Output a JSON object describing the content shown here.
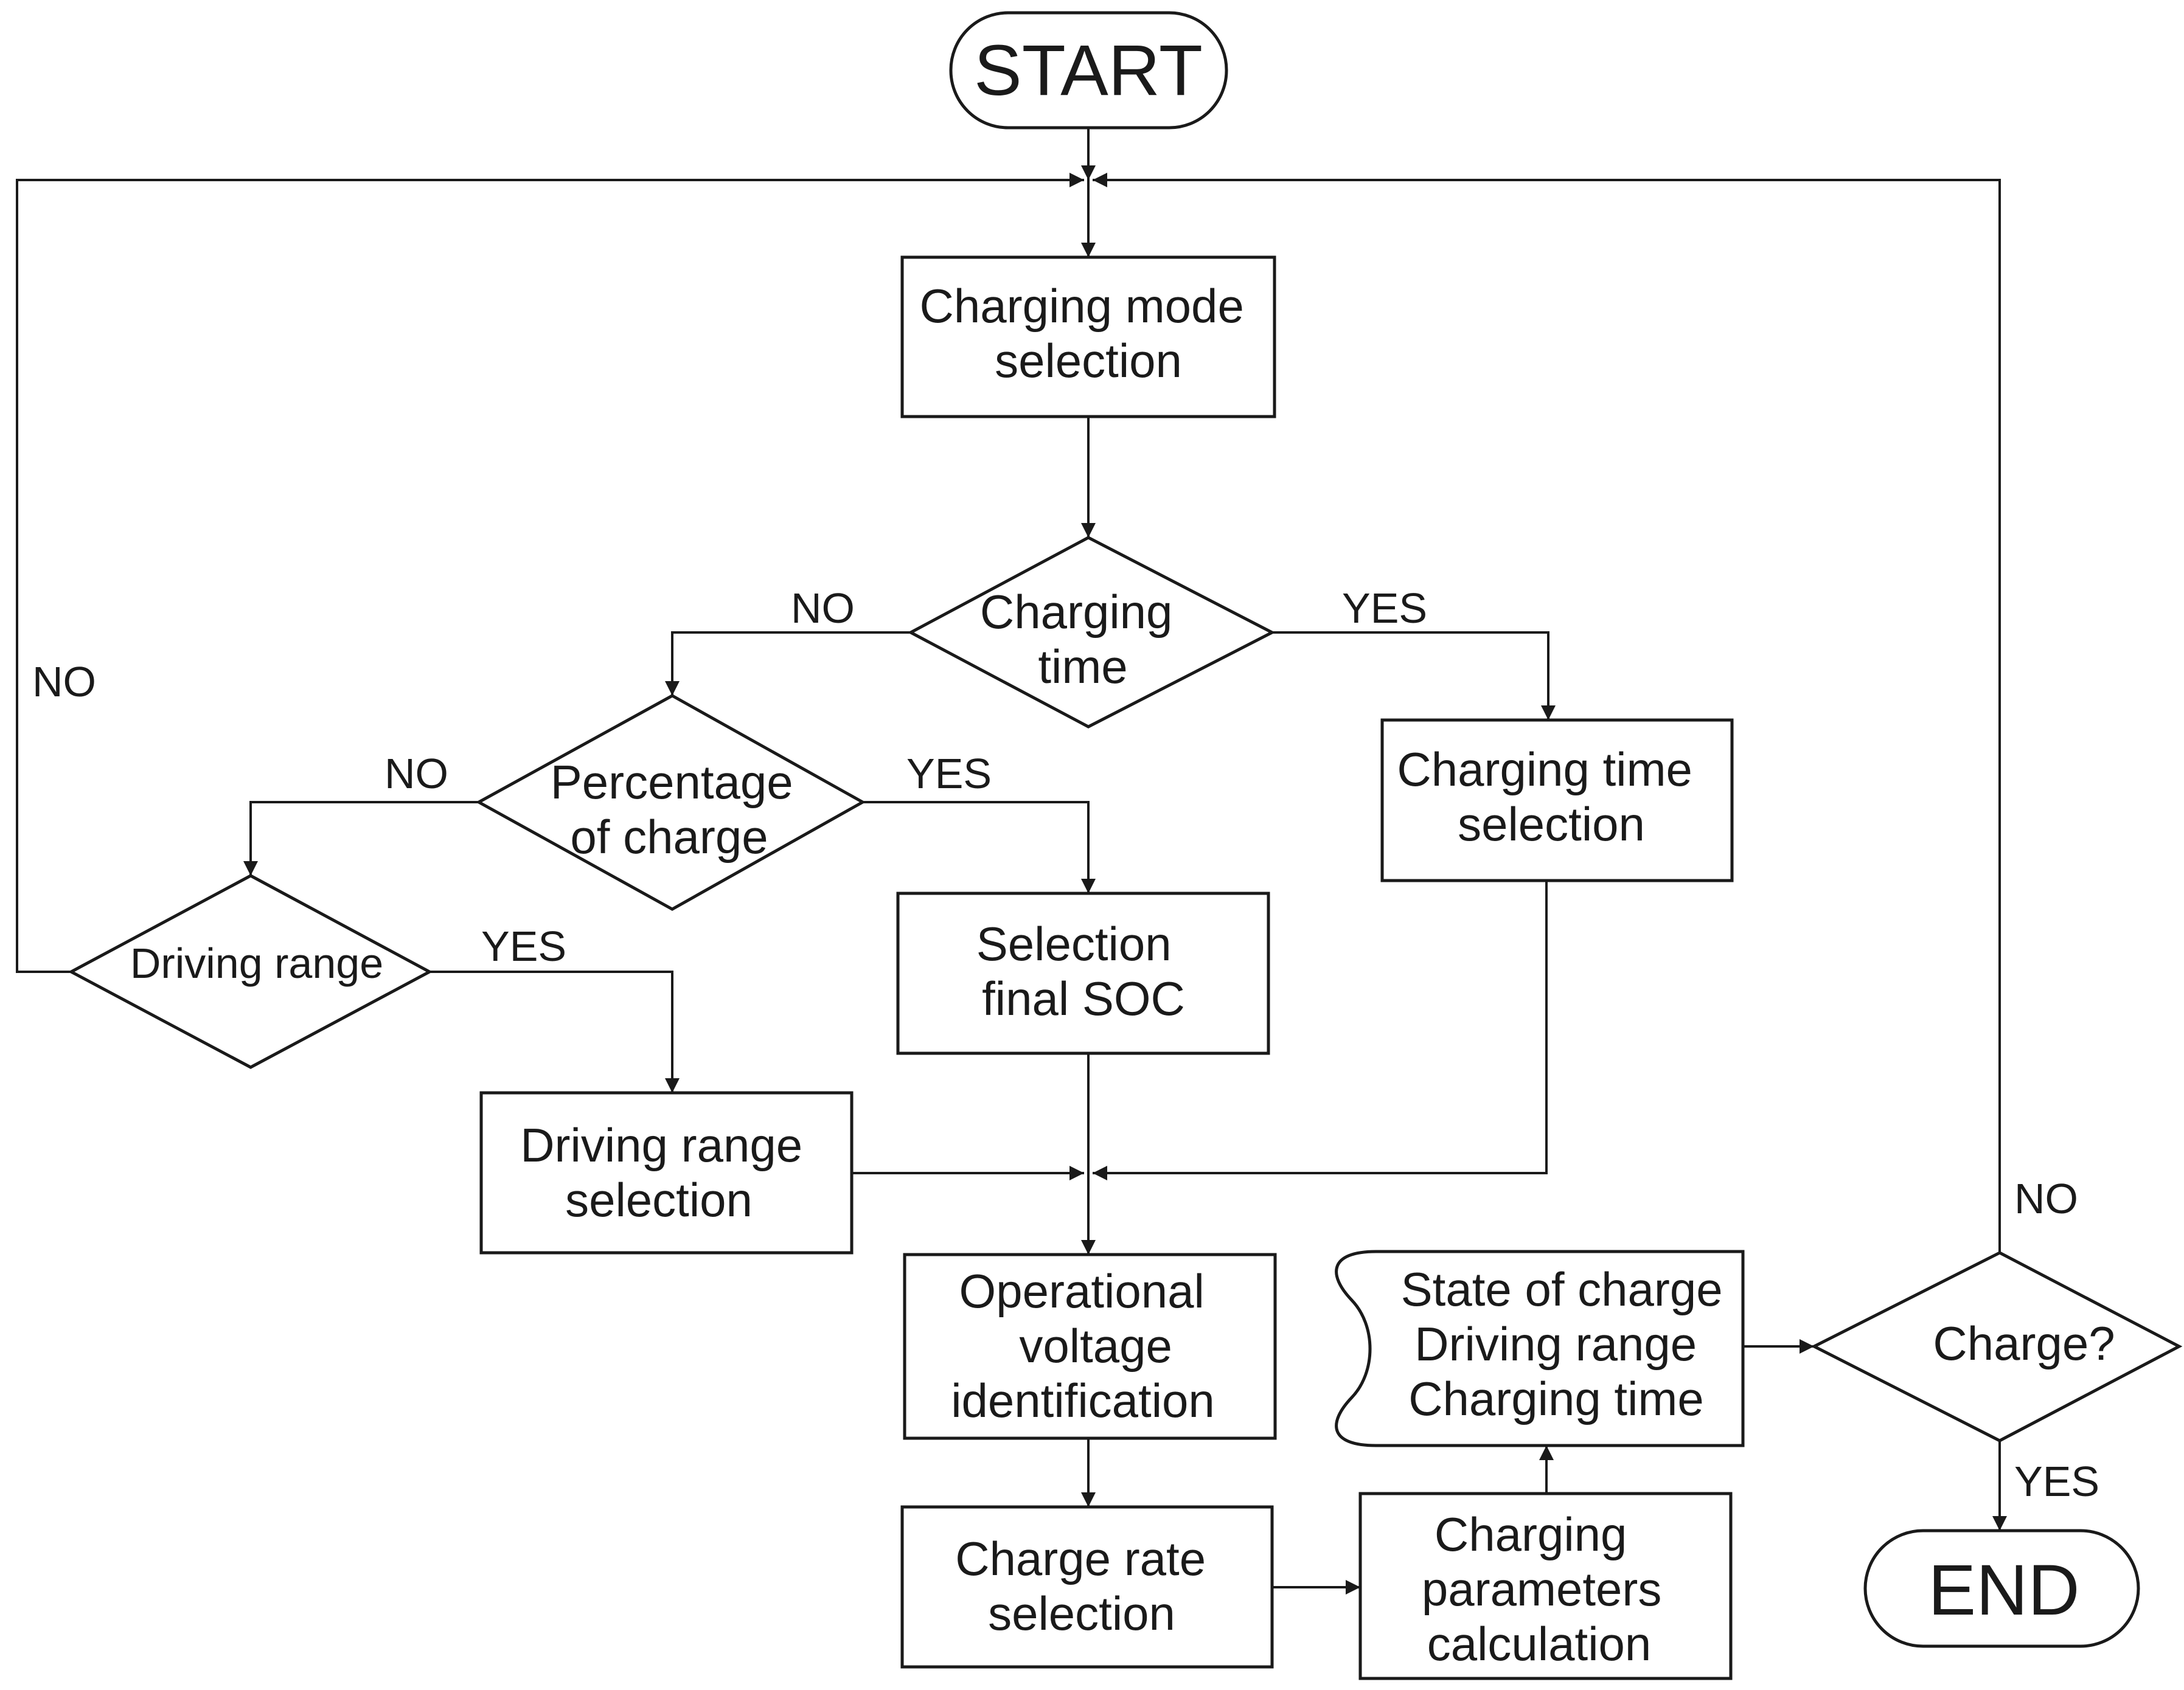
{
  "nodes": {
    "start": "START",
    "end": "END",
    "charging_mode_selection": [
      "Charging mode",
      "selection"
    ],
    "charging_time_decision": [
      "Charging",
      "time"
    ],
    "percentage_of_charge_decision": [
      "Percentage",
      "of charge"
    ],
    "driving_range_decision": [
      "Driving range"
    ],
    "charging_time_selection": [
      "Charging time",
      "selection"
    ],
    "selection_final_soc": [
      "Selection",
      "final SOC"
    ],
    "driving_range_selection": [
      "Driving range",
      "selection"
    ],
    "operational_voltage_identification": [
      "Operational",
      "voltage",
      "identification"
    ],
    "charge_rate_selection": [
      "Charge rate",
      "selection"
    ],
    "charging_parameters_calculation": [
      "Charging",
      "parameters",
      "calculation"
    ],
    "display_output": [
      "State of charge",
      "Driving range",
      "Charging time"
    ],
    "charge_decision": [
      "Charge?"
    ]
  },
  "branch_labels": {
    "yes": "YES",
    "no": "NO"
  }
}
